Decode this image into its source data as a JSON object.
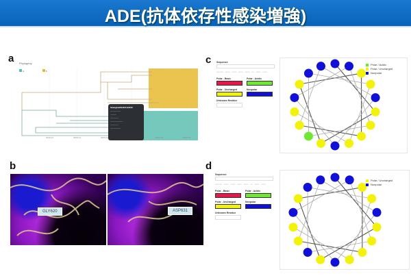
{
  "slide": {
    "title": "ADE(抗体依存性感染増強)"
  },
  "panels": {
    "a": "a",
    "b": "b",
    "c": "c",
    "d": "d"
  },
  "phylogeny": {
    "header": "Phylogeny",
    "legend": [
      "G",
      "S"
    ],
    "colors": {
      "clade1": "#e8b830",
      "clade2": "#5cc0b0"
    },
    "tooltip": {
      "title": "Shanghai/SH0014/2020"
    }
  },
  "structure": {
    "left_label": "GLY620",
    "right_label": "ASP631"
  },
  "controls": {
    "sequence_label": "Sequence",
    "polar_basic": "Polar - Basic",
    "polar_acidic": "Polar - Acidic",
    "polar_uncharged": "Polar - Uncharged",
    "nonpolar": "Nonpolar",
    "unknown": "Unknown Residue",
    "colors": {
      "basic": "#e8164a",
      "acidic": "#6fe832",
      "uncharged": "#f2f20a",
      "nonpolar": "#1010d8"
    }
  },
  "wheel_c": {
    "legend": [
      "Polar / Acidic",
      "Polar / Uncharged",
      "Nonpolar"
    ],
    "residues": [
      "N",
      "N",
      "U",
      "U",
      "N",
      "U",
      "U",
      "U",
      "U",
      "N",
      "U",
      "A",
      "U",
      "U",
      "N",
      "U",
      "N",
      "N"
    ]
  },
  "wheel_d": {
    "legend": [
      "Polar / Uncharged",
      "Nonpolar"
    ],
    "residues": [
      "N",
      "N",
      "U",
      "U",
      "N",
      "U",
      "U",
      "U",
      "U",
      "N",
      "U",
      "N",
      "U",
      "U",
      "N",
      "U",
      "N",
      "N"
    ]
  }
}
